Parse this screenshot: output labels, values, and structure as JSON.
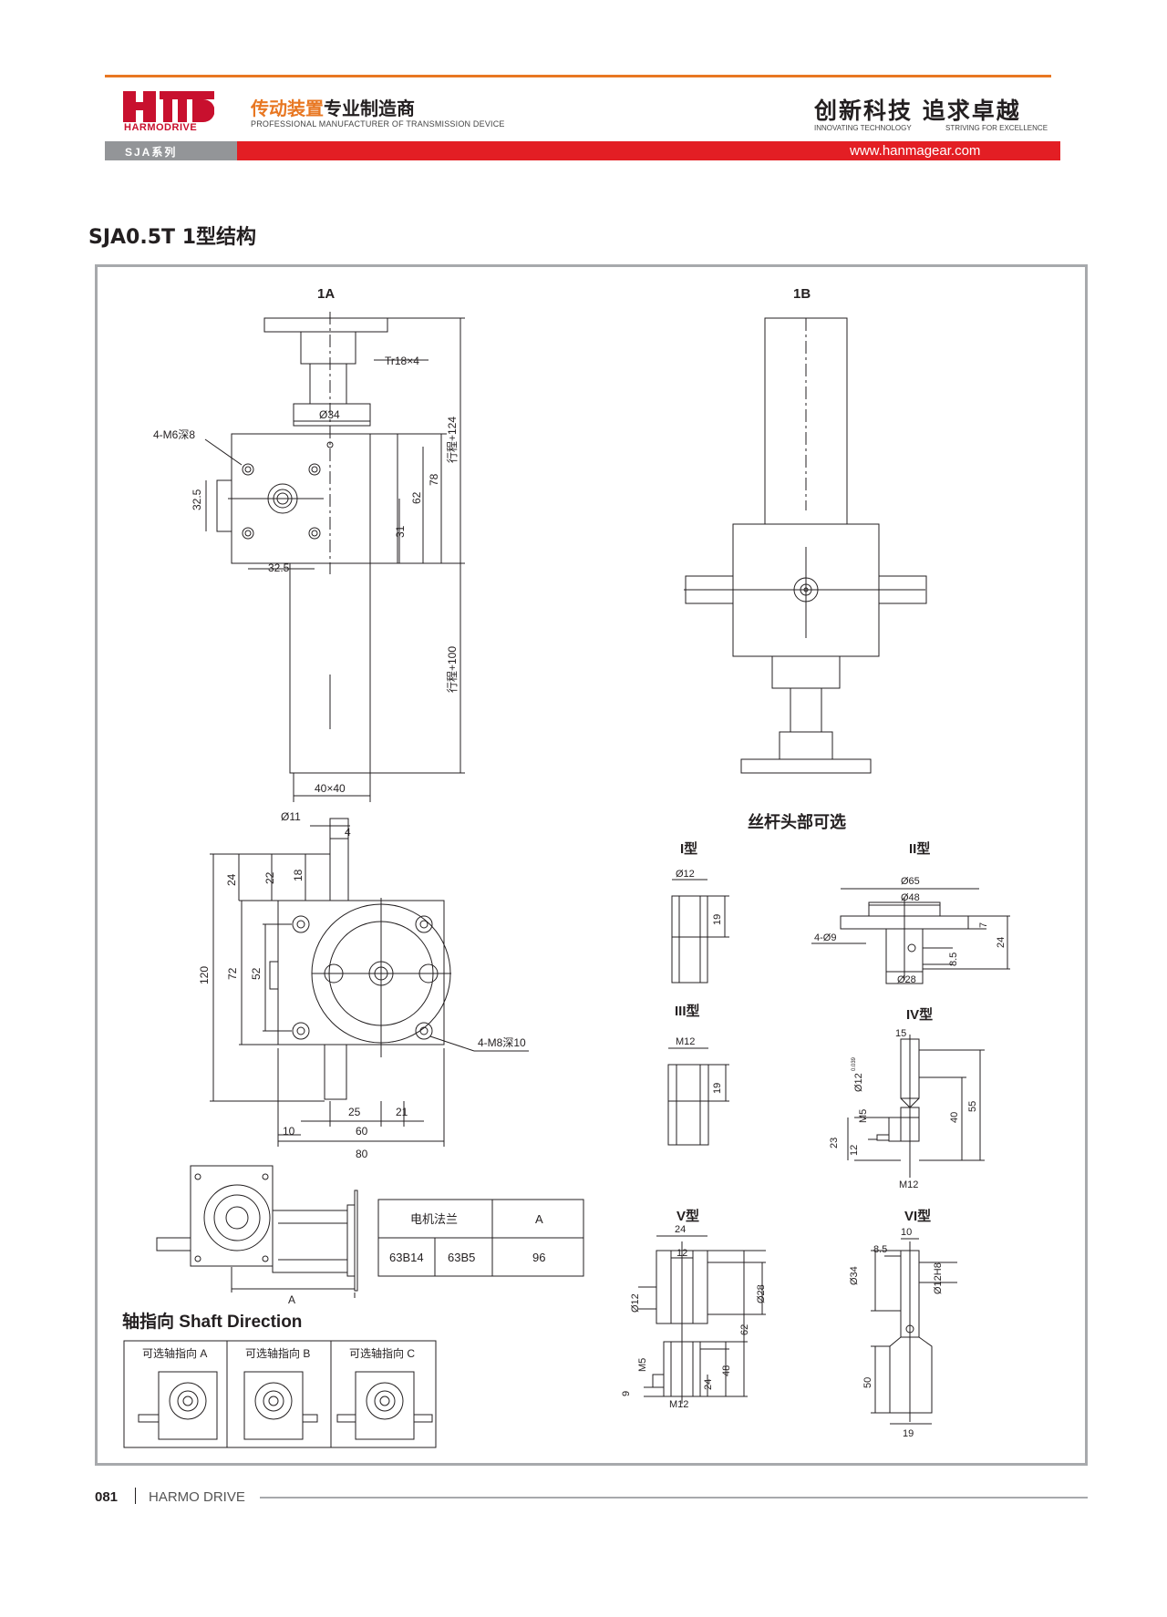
{
  "header": {
    "logo_text": "HARMODRIVE",
    "slogan_cn_part1": "传动装置",
    "slogan_cn_part2": "专业制造商",
    "slogan_en": "PROFESSIONAL MANUFACTURER OF TRANSMISSION DEVICE",
    "motto_cn": "创新科技  追求卓越",
    "motto_en_1": "INNOVATING TECHNOLOGY",
    "motto_en_2": "STRIVING FOR EXCELLENCE",
    "series": "SJA系列",
    "website": "www.hanmagear.com",
    "colors": {
      "accent": "#e87722",
      "brand_red": "#e31e24",
      "grey": "#939598"
    }
  },
  "page_title": "SJA0.5T 1型结构",
  "views": {
    "view_1a": "1A",
    "view_1b": "1B"
  },
  "dims_1a": {
    "thread": "Tr18×4",
    "d34": "Ø34",
    "m6": "4-M6深8",
    "d32_5_v": "32.5",
    "d32_5_h": "32.5",
    "d31": "31",
    "d62": "62",
    "d78": "78",
    "stroke124": "行程+124",
    "stroke100": "行程+100",
    "d40x40": "40×40"
  },
  "dims_side": {
    "d11": "Ø11",
    "d4": "4",
    "d24": "24",
    "d22": "22",
    "d18": "18",
    "d120": "120",
    "d72": "72",
    "d52": "52",
    "m8": "4-M8深10",
    "d25": "25",
    "d21": "21",
    "d10": "10",
    "d60": "60",
    "d80": "80",
    "dA": "A"
  },
  "motor_table": {
    "headers": [
      "电机法兰",
      "A"
    ],
    "rows": [
      [
        "63B14",
        "63B5",
        "96"
      ]
    ]
  },
  "shaft_direction": {
    "title": "轴指向 Shaft Direction",
    "options": [
      "可选轴指向 A",
      "可选轴指向 B",
      "可选轴指向 C"
    ]
  },
  "screw_heads": {
    "title": "丝杆头部可选",
    "type1": {
      "label": "I型",
      "d12": "Ø12",
      "d19": "19"
    },
    "type2": {
      "label": "II型",
      "d65": "Ø65",
      "d48": "Ø48",
      "d9": "4-Ø9",
      "d7": "7",
      "d24": "24",
      "d8_5": "8.5",
      "d28": "Ø28"
    },
    "type3": {
      "label": "III型",
      "m12": "M12",
      "d19": "19"
    },
    "type4": {
      "label": "IV型",
      "d15": "15",
      "d12": "Ø12",
      "tol": "0.039",
      "d40": "40",
      "d55": "55",
      "m5": "M5",
      "d23": "23",
      "d12b": "12",
      "m12": "M12"
    },
    "type5": {
      "label": "V型",
      "d24": "24",
      "d12": "12",
      "d12b": "Ø12",
      "d28": "Ø28",
      "d62": "62",
      "d48": "48",
      "d24b": "24",
      "m5": "M5",
      "d9": "9",
      "m12": "M12"
    },
    "type6": {
      "label": "VI型",
      "d10": "10",
      "d8_5": "8.5",
      "d34": "Ø34",
      "d12h8": "Ø12H8",
      "d50": "50",
      "d19": "19"
    }
  },
  "footer": {
    "page_number": "081",
    "brand": "HARMO DRIVE"
  }
}
